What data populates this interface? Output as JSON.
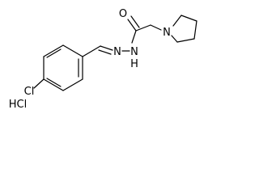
{
  "molecule": {
    "atoms": {
      "carbonyl_oxygen": "O",
      "hydrazone_nitrogen_1": "N",
      "amide_nitrogen_nh": "N",
      "amide_hydrogen": "H",
      "pyrrolidine_nitrogen": "N",
      "chlorine": "Cl"
    },
    "counterion": "HCl"
  }
}
